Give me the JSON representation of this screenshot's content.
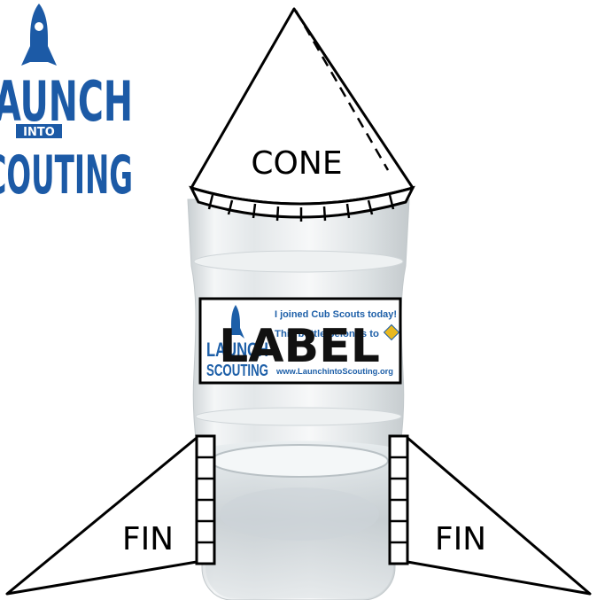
{
  "logo": {
    "line1": "LAUNCH",
    "line2": "INTO",
    "line3": "SCOUTING",
    "color": "#1c5aa6"
  },
  "parts": {
    "cone": "CONE",
    "label": "LABEL",
    "fin_left": "FIN",
    "fin_right": "FIN"
  },
  "sticker": {
    "headline": "I joined Cub Scouts today!",
    "subline": "This bottle belongs to",
    "url": "www.LaunchintoScouting.org",
    "logo_line1": "LAUNCH",
    "logo_line2": "SCOUTING",
    "accent": "#1d5fa8",
    "badge_color": "#e8b820"
  },
  "colors": {
    "outline": "#000000",
    "bottle": "#dfe4e6",
    "background": "#ffffff"
  }
}
